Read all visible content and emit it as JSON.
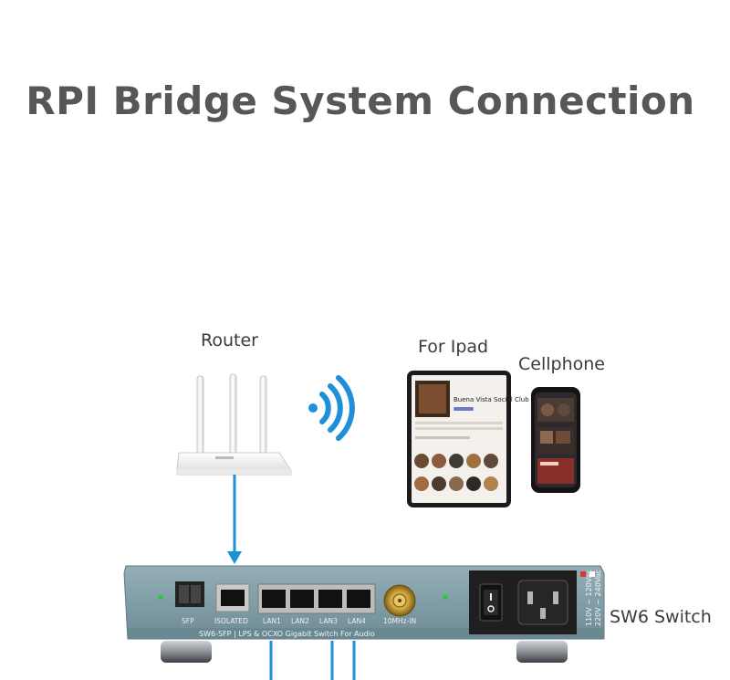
{
  "title": "RPI Bridge System Connection",
  "labels": {
    "router": "Router",
    "ipad": "For Ipad",
    "cellphone": "Cellphone",
    "switch": "SW6 Switch"
  },
  "switch_panel": {
    "port_labels": [
      "SFP",
      "ISOLATED",
      "LAN1",
      "LAN2",
      "LAN3",
      "LAN4",
      "10MHz-IN"
    ],
    "model_text": "SW6-SFP  |  LPS & OCXO Gigabit Switch For Audio",
    "voltage_1": "110V ~ 120Vac",
    "voltage_2": "220V ~ 240Vac"
  },
  "ipad_screen": {
    "album_title": "Buena Vista Social Club"
  },
  "colors": {
    "cable": "#1e90d6",
    "chassis": "#7e9aa4",
    "wifi": "#1e8fd8"
  },
  "icons": [
    "wifi-icon",
    "router-icon",
    "ipad-icon",
    "cellphone-icon",
    "power-switch-icon"
  ]
}
